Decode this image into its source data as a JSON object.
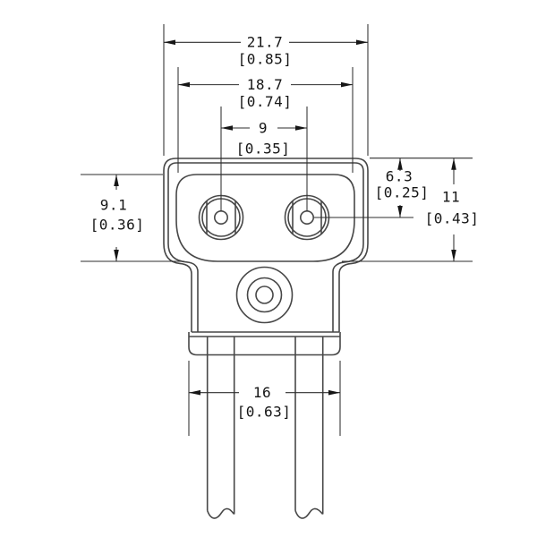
{
  "drawing": {
    "kind": "engineering-dimension-drawing",
    "view": "front",
    "units": "mm [in]",
    "background_color": "#ffffff",
    "outline_color": "#474747",
    "dimension_color": "#2e2e2e",
    "text_color": "#161616",
    "dimensions": {
      "overall_width": {
        "mm": "21.7",
        "in": "[0.85]"
      },
      "face_width": {
        "mm": "18.7",
        "in": "[0.74]"
      },
      "hole_spacing": {
        "mm": "9",
        "in": "[0.35]"
      },
      "hole_center_offset": {
        "mm": "6.3",
        "in": "[0.25]"
      },
      "upper_body_height": {
        "mm": "11",
        "in": "[0.43]"
      },
      "face_height": {
        "mm": "9.1",
        "in": "[0.36]"
      },
      "base_width": {
        "mm": "16",
        "in": "[0.63]"
      }
    }
  }
}
